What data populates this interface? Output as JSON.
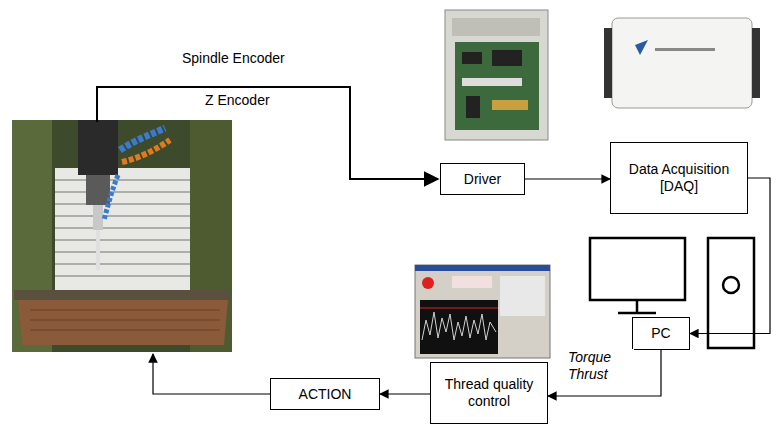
{
  "diagram": {
    "nodes": [
      {
        "text": [
          "Driver"
        ]
      },
      {
        "text": [
          "Data Acquisition [DAQ]"
        ]
      },
      {
        "text": [
          "ACTION"
        ]
      },
      {
        "text": [
          "Thread quality control"
        ]
      },
      {
        "text": [
          "PC"
        ]
      }
    ],
    "edges": [
      {
        "from": 0,
        "to": 1,
        "arrow": "to"
      },
      {
        "from": 1,
        "to": 4,
        "arrow": "to"
      },
      {
        "from": 4,
        "to": 3,
        "label": "Torque Thrust",
        "arrow": "to"
      },
      {
        "from": 3,
        "to": 2,
        "arrow": "to"
      }
    ],
    "labels": [
      "Spindle Encoder",
      "Z Encoder"
    ]
  }
}
